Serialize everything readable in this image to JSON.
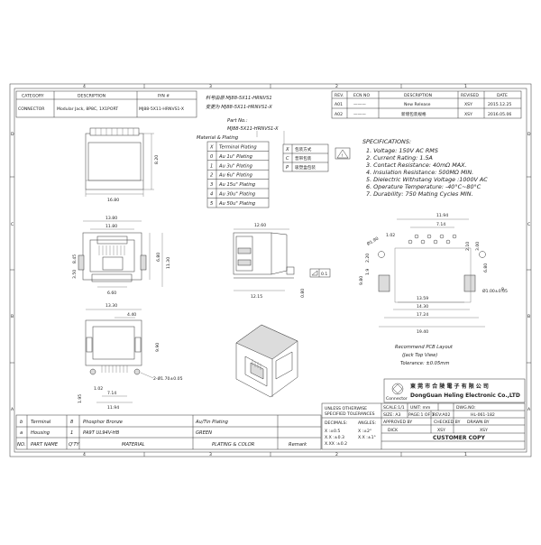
{
  "frame": {
    "col_numbers": [
      "4",
      "3",
      "2",
      "1"
    ],
    "row_letters": [
      "D",
      "C",
      "B",
      "A"
    ]
  },
  "title_block_top": {
    "headers": [
      "CATEGORY",
      "DESCRIPTION",
      "P/N #"
    ],
    "row": [
      "CONNECTOR",
      "Modular Jack, 8P8C, 1X1PORT",
      "MJ88-5X11-HRNVS1-X"
    ]
  },
  "notes_cn": {
    "line1": "料号由原 MJ88-5X11-HRNVS1",
    "line2": "变更为 MJ88-5X11-HRNVS1-X"
  },
  "revision_table": {
    "headers": [
      "REV.",
      "ECN NO",
      "DESCRIPTION",
      "REVISED",
      "DATE"
    ],
    "rows": [
      [
        "A01",
        "———",
        "New Release",
        "XSY",
        "2015.12.25"
      ],
      [
        "A02",
        "———",
        "新增包装规格",
        "XSY",
        "2016.05.06"
      ]
    ]
  },
  "partno": {
    "label": "Part No.:",
    "value": "MJ88-5X11-HRNVS1-X"
  },
  "material_plating": {
    "title": "Material & Plating",
    "rows": [
      [
        "X",
        "Terminal Plating"
      ],
      [
        "0",
        "Au 1u\" Plating"
      ],
      [
        "1",
        "Au 3u\" Plating"
      ],
      [
        "2",
        "Au 6u\" Plating"
      ],
      [
        "3",
        "Au 15u\" Plating"
      ],
      [
        "4",
        "Au 30u\" Plating"
      ],
      [
        "5",
        "Au 50u\" Plating"
      ]
    ],
    "package": [
      [
        "X",
        "包装方式"
      ],
      [
        "C",
        "普带包装"
      ],
      [
        "P",
        "吸塑盒包装"
      ]
    ]
  },
  "specifications": {
    "title": "SPECIFICATIONS:",
    "items": [
      "1. Voltage: 150V AC RMS",
      "2. Current Rating: 1.5A",
      "3. Contact Resistance: 40mΩ MAX.",
      "4. Insulation Resistance: 500MΩ MIN.",
      "5. Dielectric Withstang Voltage :1000V AC",
      "6. Operature Temperature: -40°C~80°C",
      "7. Durability: 750 Mating Cycles MIN."
    ]
  },
  "dimensions": {
    "top_view": [
      "8.20",
      "16.80"
    ],
    "front_view": [
      "13.80",
      "11.80",
      "8.45",
      "3.50",
      "6.80",
      "11.30",
      "6.60"
    ],
    "side_view": [
      "12.60",
      "12.15",
      "0.80"
    ],
    "flatness": [
      "0.1"
    ],
    "bottom_view": [
      "13.30",
      "4.40",
      "9.90",
      "2-Ø1.70±0.05",
      "1.02",
      "7.14",
      "11.94",
      "1.95"
    ],
    "pcb_layout": [
      "11.94",
      "7.14",
      "1.02",
      "2.10",
      "3.00",
      "Ø1.90",
      "2.20",
      "1.9",
      "9.80",
      "6.80",
      "13.59",
      "14.30",
      "17.24",
      "19.40",
      "Ø1.00±0.05",
      "8"
    ]
  },
  "pcb_caption": {
    "line1": "Recommend PCB Layout",
    "line2": "(Jack Top View)",
    "line3": "Tolerance: ±0.05mm"
  },
  "company": {
    "cn": "東 莞 市 合 陵 電 子 有 限 公 司",
    "en": "DongGuan Heling Electronic Co.,LTD",
    "logo_caption": "Connector"
  },
  "bom": {
    "rows": [
      [
        "b",
        "Terminal",
        "8",
        "Phosphor Bronze",
        "Au/Tin Plating",
        ""
      ],
      [
        "a",
        "Housing",
        "1",
        "PA9T UL94V-HB",
        "GREEN",
        ""
      ]
    ],
    "header": [
      "NO.",
      "PART NAME",
      "Q'TY",
      "MATERIAL",
      "PLATING & COLOR",
      "Remark"
    ]
  },
  "tolerances": {
    "title1": "UNLESS OTHERWISE",
    "title2": "SPECIFIED TOLERANCES",
    "decimals_label": "DECIMALS:",
    "angles_label": "ANGLES:",
    "rows": [
      [
        "X      :±0.5",
        "X    :±2°"
      ],
      [
        "X.X   :±0.3",
        "X.X  :±1°"
      ],
      [
        "X.XX :±0.2",
        ""
      ]
    ]
  },
  "title_block_bottom": {
    "scale": "SCALE:1/1",
    "unit": "UNIT: mm",
    "dwg_label": "DWG.NO:",
    "size": "SIZE: A3",
    "page": "PAGE:1 OF 1",
    "rev": "REV:A02",
    "dwg_no": "HL-061-182",
    "approved": "APPROVED BY",
    "checked": "CHECKED BY",
    "drawn": "DRAWN BY",
    "approved_name": "DICK",
    "checked_name": "XSY",
    "drawn_name": "XSY",
    "customer_copy": "CUSTOMER COPY"
  }
}
